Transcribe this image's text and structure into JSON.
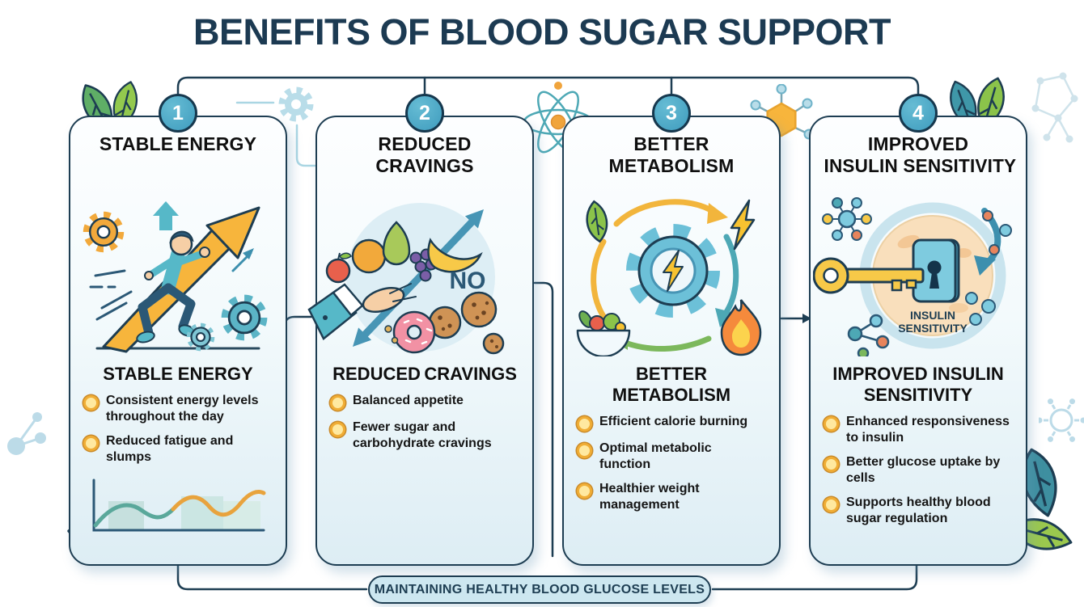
{
  "page": {
    "title": "BENEFITS OF BLOOD SUGAR SUPPORT",
    "banner": "MAINTAINING HEALTHY BLOOD GLUCOSE LEVELS"
  },
  "colors": {
    "navy_outline": "#1d3d52",
    "badge_teal": "#4aa9c9",
    "bullet_gold": "#f0ad35",
    "card_fill_top": "#fdfeff",
    "card_fill_bottom": "#ddedf4",
    "banner_fill": "#cde7f0",
    "accent_orange": "#f2a93b",
    "accent_teal": "#56b8c8",
    "accent_green": "#8bc34a"
  },
  "cards": [
    {
      "number": "1",
      "title_lines": [
        "STABLE",
        "ENERGY"
      ],
      "heading_lines": [
        "STABLE ENERGY"
      ],
      "bullets": [
        "Consistent energy levels throughout the day",
        "Reduced fatigue and slumps"
      ],
      "illustration": {
        "name": "runner-on-rising-arrow",
        "icons": [
          "runner-icon",
          "rising-arrow-icon",
          "gear-icon",
          "up-arrow-icon",
          "energy-wave-chart"
        ]
      }
    },
    {
      "number": "2",
      "title_lines": [
        "REDUCED",
        "CRAVINGS"
      ],
      "heading_lines": [
        "REDUCED",
        "CRAVINGS"
      ],
      "bullets": [
        "Balanced appetite",
        "Fewer sugar and carbohydrate cravings"
      ],
      "illustration": {
        "name": "healthy-food-vs-sweets",
        "no_label": "NO",
        "icons": [
          "apple-icon",
          "orange-icon",
          "pear-icon",
          "grapes-icon",
          "banana-icon",
          "hand-icon",
          "crossed-arrow-icon",
          "donut-icon",
          "cookie-icon"
        ]
      }
    },
    {
      "number": "3",
      "title_lines": [
        "BETTER",
        "METABOLISM"
      ],
      "heading_lines": [
        "BETTER",
        "METABOLISM"
      ],
      "bullets": [
        "Efficient calorie burning",
        "Optimal metabolic function",
        "Healthier weight management"
      ],
      "illustration": {
        "name": "metabolism-gear-cycle",
        "icons": [
          "gear-lightning-icon",
          "leaf-icon",
          "lightning-icon",
          "flame-icon",
          "salad-bowl-icon",
          "cycle-arrows-icon"
        ]
      }
    },
    {
      "number": "4",
      "title_lines": [
        "IMPROVED",
        "INSULIN SENSITIVITY"
      ],
      "heading_lines": [
        "IMPROVED INSULIN",
        "SENSITIVITY"
      ],
      "bullets": [
        "Enhanced responsiveness to insulin",
        "Better glucose uptake by cells",
        "Supports healthy blood sugar regulation"
      ],
      "illustration": {
        "name": "insulin-key-into-cell",
        "label_lines": [
          "INSULIN",
          "SENSITIVITY"
        ],
        "icons": [
          "key-icon",
          "cell-icon",
          "receptor-lock-icon",
          "glucose-molecule-icon",
          "arrow-into-cell-icon"
        ]
      }
    }
  ],
  "decorations": {
    "top_left": "leaves-icon",
    "between_cards_1_2": "gear-icon",
    "between_cards_2_3": "atom-icon",
    "between_cards_3_4": "molecule-hexagon-icon",
    "top_right": "leaves-icon",
    "top_right_corner": "molecule-web-icon",
    "left_middle": "molecule-icon",
    "bottom_left": "leaves-icon",
    "right_middle": "sun-molecule-icon",
    "bottom_right": "leaves-icon"
  }
}
